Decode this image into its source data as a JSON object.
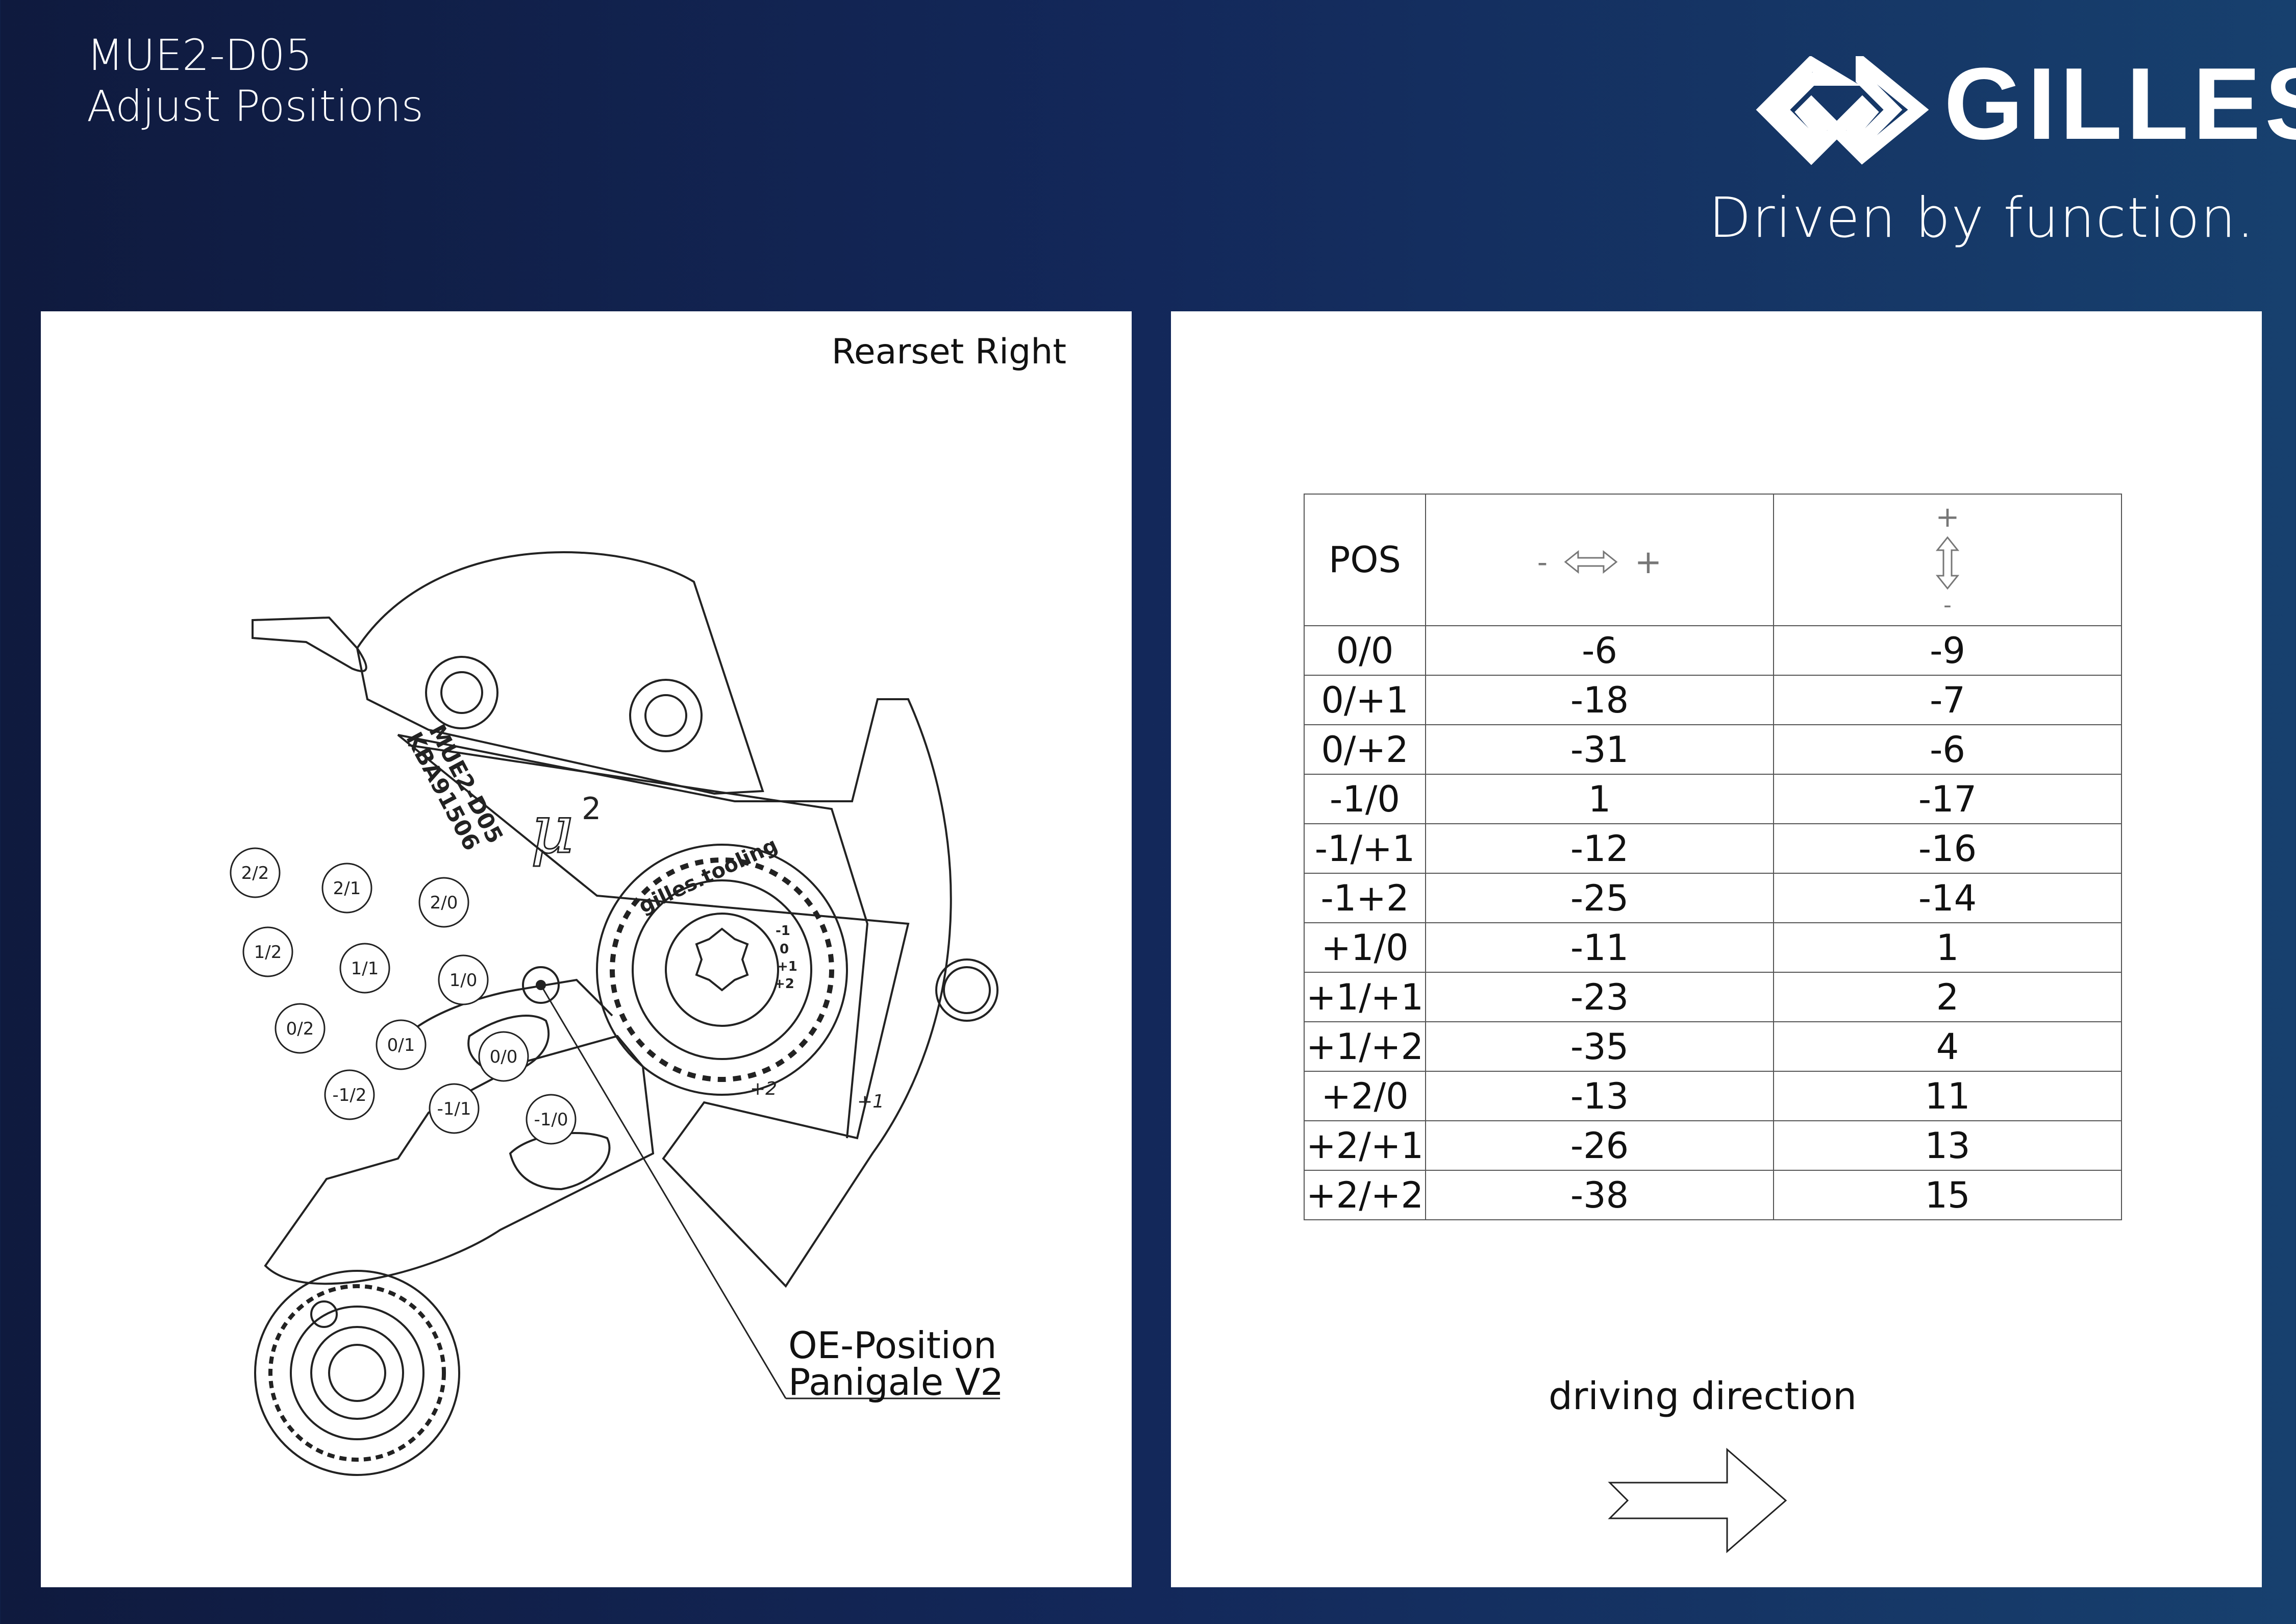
{
  "header": {
    "model": "MUE2-D05",
    "subtitle": "Adjust Positions"
  },
  "brand": {
    "name": "GILLES",
    "tagline": "Driven by function.",
    "colors": {
      "background_dark": "#0f1a3e",
      "background_light": "#17406e",
      "text": "#ffffff"
    }
  },
  "left_panel": {
    "title": "Rearset Right",
    "part_marking": [
      "MUE2-D05",
      "KBA91506"
    ],
    "mu_symbol": "μ",
    "mu_exponent": "2",
    "dial_brand": "gilles.tooling",
    "dial_marks": [
      "-1",
      "0",
      "+1",
      "+2"
    ],
    "plate_marks": [
      "+2",
      "+1"
    ],
    "position_labels": [
      "2/2",
      "2/1",
      "2/0",
      "1/2",
      "1/1",
      "1/0",
      "0/2",
      "0/1",
      "0/0",
      "-1/2",
      "-1/1",
      "-1/0"
    ],
    "oe_label_line1": "OE-Position",
    "oe_label_line2": "Panigale V2"
  },
  "table": {
    "header_pos": "POS",
    "header_h_minus": "-",
    "header_h_plus": "+",
    "header_v_plus": "+",
    "header_v_minus": "-",
    "rows": [
      {
        "pos": "0/0",
        "h": "-6",
        "v": "-9"
      },
      {
        "pos": "0/+1",
        "h": "-18",
        "v": "-7"
      },
      {
        "pos": "0/+2",
        "h": "-31",
        "v": "-6"
      },
      {
        "pos": "-1/0",
        "h": "1",
        "v": "-17"
      },
      {
        "pos": "-1/+1",
        "h": "-12",
        "v": "-16"
      },
      {
        "pos": "-1+2",
        "h": "-25",
        "v": "-14"
      },
      {
        "pos": "+1/0",
        "h": "-11",
        "v": "1"
      },
      {
        "pos": "+1/+1",
        "h": "-23",
        "v": "2"
      },
      {
        "pos": "+1/+2",
        "h": "-35",
        "v": "4"
      },
      {
        "pos": "+2/0",
        "h": "-13",
        "v": "11"
      },
      {
        "pos": "+2/+1",
        "h": "-26",
        "v": "13"
      },
      {
        "pos": "+2/+2",
        "h": "-38",
        "v": "15"
      }
    ]
  },
  "driving": {
    "label": "driving direction",
    "arrow_icon": "arrow-right-icon"
  }
}
